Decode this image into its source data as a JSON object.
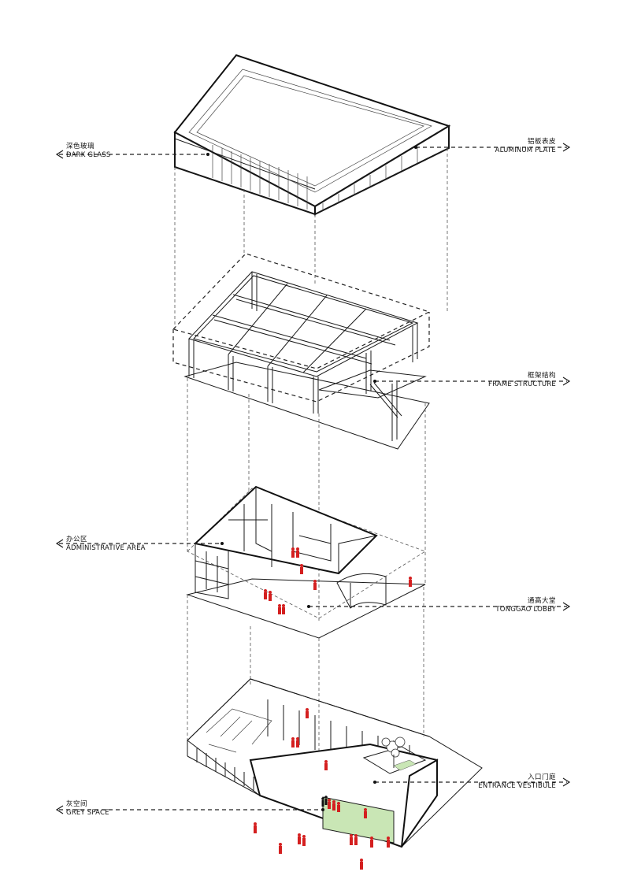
{
  "labels": {
    "dark_glass": {
      "zh": "深色玻璃",
      "en": "DARK GLASS"
    },
    "aluminum_plate": {
      "zh": "铝板表皮",
      "en": "ALUMINUM PLATE"
    },
    "frame_structure": {
      "zh": "框架结构",
      "en": "FRAME STRUCTURE"
    },
    "administrative_area": {
      "zh": "办公区",
      "en": "ADMINISTRATIVE AREA"
    },
    "tonggao_lobby": {
      "zh": "通高大堂",
      "en": "TONGGAO LOBBY"
    },
    "entrance_vestibule": {
      "zh": "入口门庭",
      "en": "ENTRANCE VESTIBULE"
    },
    "grey_space": {
      "zh": "灰空间",
      "en": "GREY SPACE"
    }
  },
  "colors": {
    "line": "#1a1a1a",
    "people": "#d41f1f",
    "green_glass": "#c9e6b5"
  }
}
